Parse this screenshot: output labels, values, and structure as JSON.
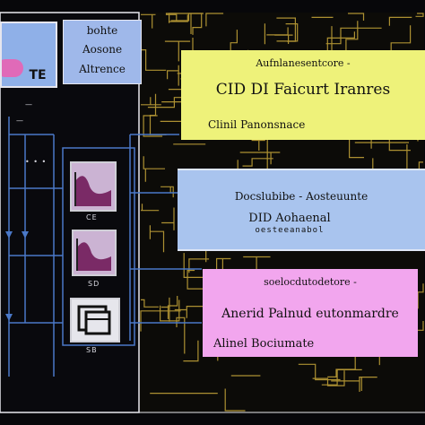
{
  "colors": {
    "background": "#07070a",
    "circuit": "#c9a83a",
    "wire": "#4a78c8",
    "yellow_box": "#eef27a",
    "blue_box": "#a9c4ee",
    "pink_box": "#f2a6ee",
    "small_box": "#9fb8ea"
  },
  "logo_box": {
    "text": "TE"
  },
  "small_label_box": {
    "lines": [
      "bohte",
      "Aosone",
      "Altrence"
    ]
  },
  "thumbnails": [
    {
      "icon": "chart-icon",
      "caption": "CE"
    },
    {
      "icon": "chart-icon",
      "caption": "SD"
    },
    {
      "icon": "window-icon",
      "caption": "SB"
    }
  ],
  "side_marks": [
    "—",
    "—",
    "• • •"
  ],
  "yellow_box": {
    "top": "Aufnlanesentcore -",
    "title": "CID DI Faicurt Iranres",
    "bottom": "Clinil Panonsnace"
  },
  "blue_box": {
    "top": "Docslubibe - Aosteuunte",
    "title": "DID Aohaenal",
    "bottom": "oesteeanabol"
  },
  "pink_box": {
    "top": "soelocdutodetore -",
    "title": "Anerid Palnud eutonmardre",
    "bottom": "Alinel Bociumate"
  }
}
